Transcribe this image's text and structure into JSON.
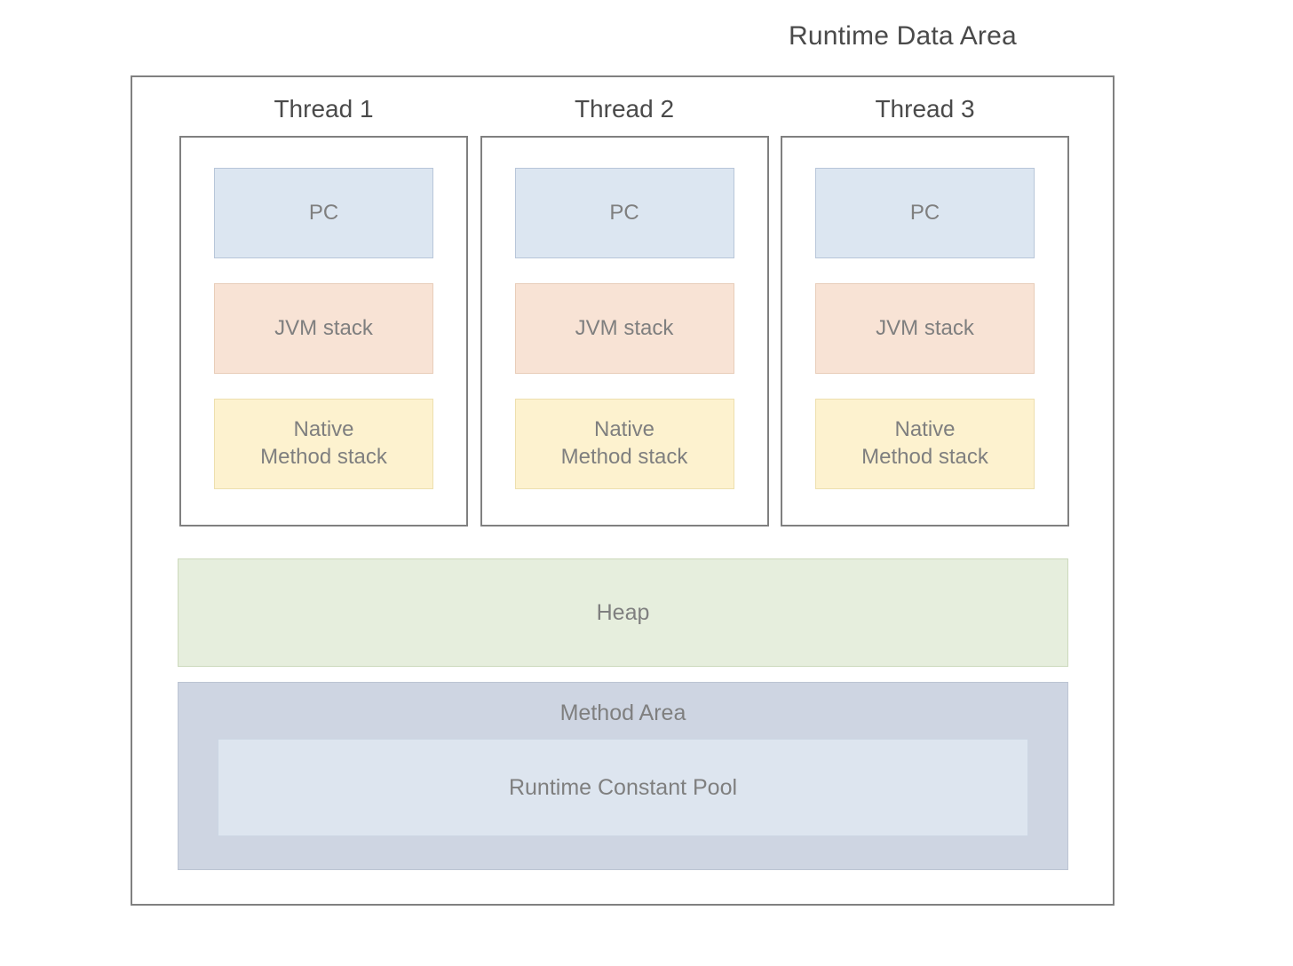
{
  "title": "Runtime Data Area",
  "threads": [
    {
      "label": "Thread 1",
      "blocks": [
        {
          "name": "pc",
          "label": "PC",
          "color": "#dce6f1"
        },
        {
          "name": "jvm-stack",
          "label": "JVM stack",
          "color": "#f8e3d5"
        },
        {
          "name": "native-method-stack",
          "line1": "Native",
          "line2": "Method stack",
          "color": "#fdf2cf"
        }
      ]
    },
    {
      "label": "Thread 2",
      "blocks": [
        {
          "name": "pc",
          "label": "PC",
          "color": "#dce6f1"
        },
        {
          "name": "jvm-stack",
          "label": "JVM stack",
          "color": "#f8e3d5"
        },
        {
          "name": "native-method-stack",
          "line1": "Native",
          "line2": "Method stack",
          "color": "#fdf2cf"
        }
      ]
    },
    {
      "label": "Thread 3",
      "blocks": [
        {
          "name": "pc",
          "label": "PC",
          "color": "#dce6f1"
        },
        {
          "name": "jvm-stack",
          "label": "JVM stack",
          "color": "#f8e3d5"
        },
        {
          "name": "native-method-stack",
          "line1": "Native",
          "line2": "Method stack",
          "color": "#fdf2cf"
        }
      ]
    }
  ],
  "heap": {
    "label": "Heap",
    "color": "#e6eedd"
  },
  "method_area": {
    "label": "Method Area",
    "color": "#ced5e2",
    "constant_pool": {
      "label": "Runtime Constant Pool",
      "color": "#dde5ef"
    }
  },
  "colors": {
    "border": "#808080",
    "text": "#7f7f7f",
    "title_text": "#4a4a4a",
    "background": "#ffffff"
  }
}
